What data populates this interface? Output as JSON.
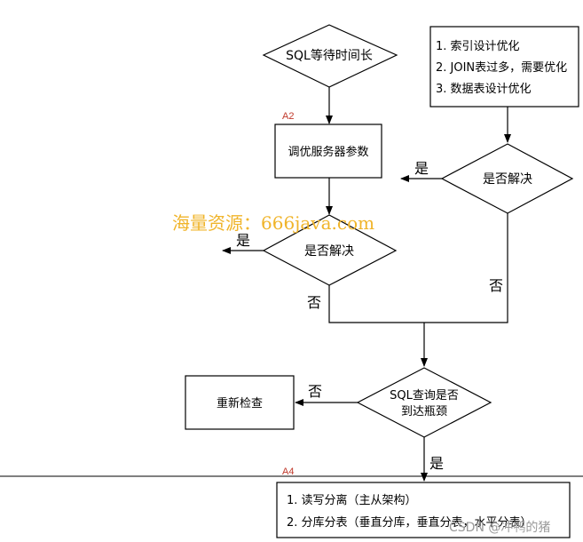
{
  "nodes": {
    "sql_wait": "SQL等待时间长",
    "tune_params": "调优服务器参数",
    "decision_left": "是否解决",
    "decision_right": "是否解决",
    "bottleneck_line1": "SQL查询是否",
    "bottleneck_line2": "到达瓶颈",
    "recheck": "重新检查"
  },
  "notes_top": [
    "1. 索引设计优化",
    "2. JOIN表过多，需要优化",
    "3. 数据表设计优化"
  ],
  "notes_bottom": [
    "1. 读写分离（主从架构）",
    "2. 分库分表（垂直分库，垂直分表，水平分表）"
  ],
  "labels": {
    "a2": "A2",
    "a4": "A4",
    "yes": "是",
    "no": "否"
  },
  "watermark": "海量资源：666java.com",
  "csdn_mark": "CSDN @冲鸭的猪",
  "colors": {
    "stroke": "#000000",
    "accent_red": "#c0392b",
    "watermark": "#f0b42a"
  }
}
